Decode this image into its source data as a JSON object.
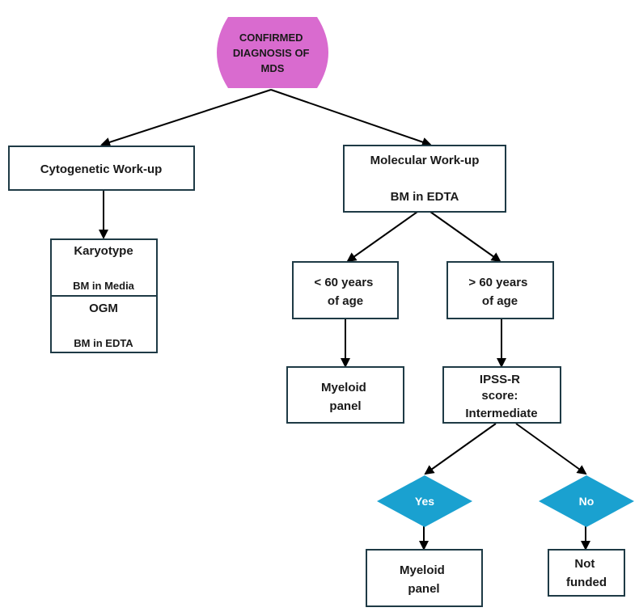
{
  "colors": {
    "start_fill": "#d96bcf",
    "decision_fill": "#1aa1d0",
    "box_stroke": "#1e3a45",
    "line": "#000000",
    "decision_text": "#ffffff"
  },
  "nodes": {
    "start": {
      "lines": [
        "CONFIRMED",
        "DIAGNOSIS OF",
        "MDS"
      ]
    },
    "cytogenetic": {
      "lines": [
        "Cytogenetic Work-up"
      ]
    },
    "molecular": {
      "title": "Molecular Work-up",
      "sample": "BM in EDTA"
    },
    "karyotype": {
      "title": "Karyotype",
      "sample": "BM in Media"
    },
    "ogm": {
      "title": "OGM",
      "sample": "BM in EDTA"
    },
    "under60": {
      "lines": [
        "< 60 years",
        "of age"
      ]
    },
    "over60": {
      "lines": [
        "> 60 years",
        "of age"
      ]
    },
    "myeloid_left": {
      "lines": [
        "Myeloid",
        "panel"
      ]
    },
    "ipss": {
      "lines": [
        "IPSS-R",
        "score:",
        "Intermediate"
      ]
    },
    "yes": {
      "label": "Yes"
    },
    "no": {
      "label": "No"
    },
    "myeloid_right": {
      "lines": [
        "Myeloid",
        "panel"
      ]
    },
    "not_funded": {
      "lines": [
        "Not",
        "funded"
      ]
    }
  }
}
